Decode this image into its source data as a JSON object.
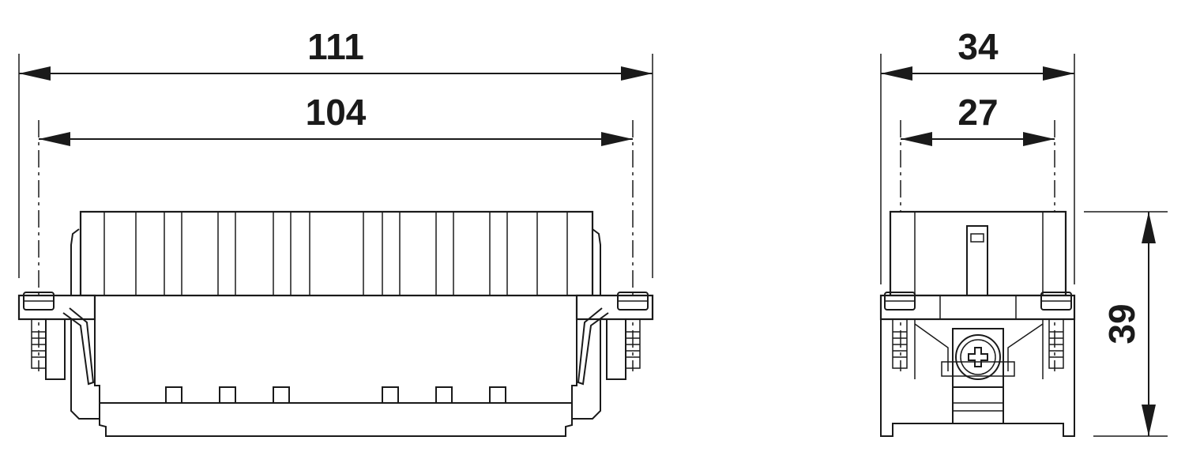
{
  "dimensions": {
    "front_overall_width": "111",
    "front_mounting_width": "104",
    "side_overall_width": "34",
    "side_mounting_width": "27",
    "side_height": "39"
  },
  "colors": {
    "line": "#1a1a1a",
    "background": "#ffffff"
  }
}
